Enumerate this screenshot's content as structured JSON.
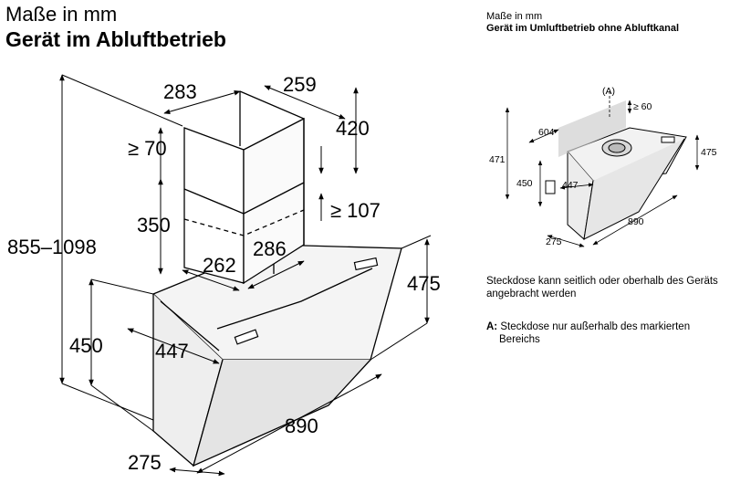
{
  "main_view": {
    "title": "Maße in mm",
    "subtitle": "Gerät im Abluftbetrieb",
    "dims": {
      "chimney_depth": "283",
      "chimney_width": "259",
      "min_top_gap": "≥ 70",
      "chimney_upper_height": "420",
      "chimney_lower_height": "350",
      "min_gap_107": "≥ 107",
      "inner_depth": "262",
      "inner_width": "286",
      "total_height": "855–1098",
      "hood_height": "475",
      "side_height": "450",
      "side_depth": "447",
      "width": "890",
      "bottom_depth": "275"
    }
  },
  "small_view": {
    "title": "Maße in mm",
    "subtitle": "Gerät im Umluftbetrieb ohne Abluftkanal",
    "marker": "(A)",
    "dims": {
      "min_socket": "≥ 60",
      "zone_width": "604",
      "height_471": "471",
      "height_450": "450",
      "depth_447": "447",
      "height_475": "475",
      "width": "890",
      "depth_275": "275"
    }
  },
  "notes": {
    "socket": "Steckdose kann seitlich oder oberhalb des Geräts angebracht werden",
    "a_label": "A:",
    "a_text_1": "Steckdose nur außerhalb des markierten",
    "a_text_2": "Bereichs"
  }
}
